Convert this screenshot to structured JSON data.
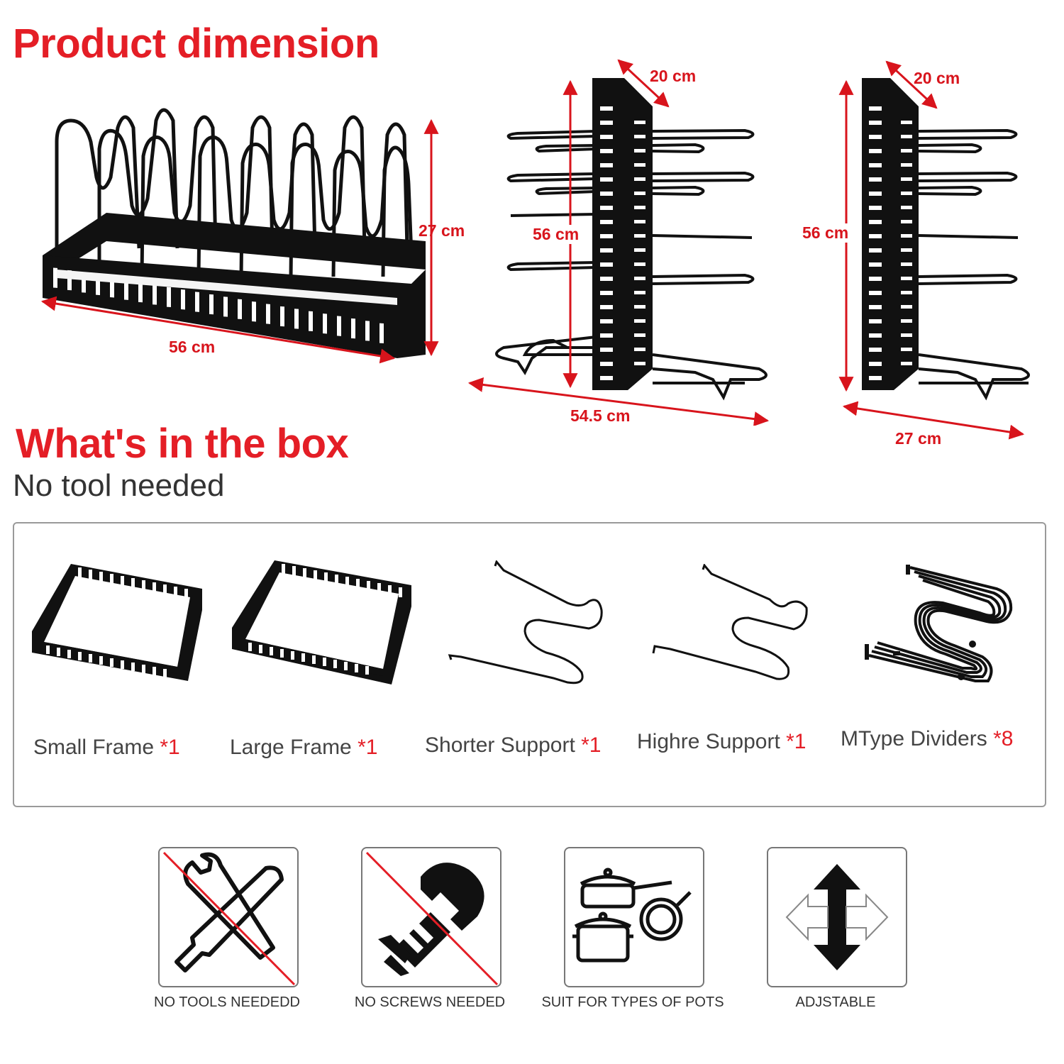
{
  "section_dimension": {
    "title": "Product dimension",
    "view1": {
      "height": "27 cm",
      "length": "56 cm"
    },
    "view2": {
      "depth": "20 cm",
      "height": "56 cm",
      "width": "54.5 cm"
    },
    "view3": {
      "depth": "20 cm",
      "height": "56 cm",
      "width": "27 cm"
    }
  },
  "section_box": {
    "title": "What's in the box",
    "subtitle": "No tool needed",
    "items": [
      {
        "name": "Small Frame ",
        "qty": "*1"
      },
      {
        "name": "Large Frame ",
        "qty": "*1"
      },
      {
        "name": "Shorter Support ",
        "qty": "*1"
      },
      {
        "name": "Highre Support ",
        "qty": "*1"
      },
      {
        "name": "MType Dividers ",
        "qty": "*8"
      }
    ]
  },
  "features": [
    {
      "label": "NO TOOLS NEEDEDD",
      "icon": "wrench-screwdriver-crossed-icon"
    },
    {
      "label": "NO SCREWS NEEDED",
      "icon": "screw-crossed-icon"
    },
    {
      "label": "SUIT FOR TYPES OF POTS",
      "icon": "pots-pans-icon"
    },
    {
      "label": "ADJSTABLE",
      "icon": "four-way-arrows-icon"
    }
  ],
  "colors": {
    "accent": "#e41e26",
    "dimension_arrow": "#d8141c",
    "product": "#111111"
  }
}
